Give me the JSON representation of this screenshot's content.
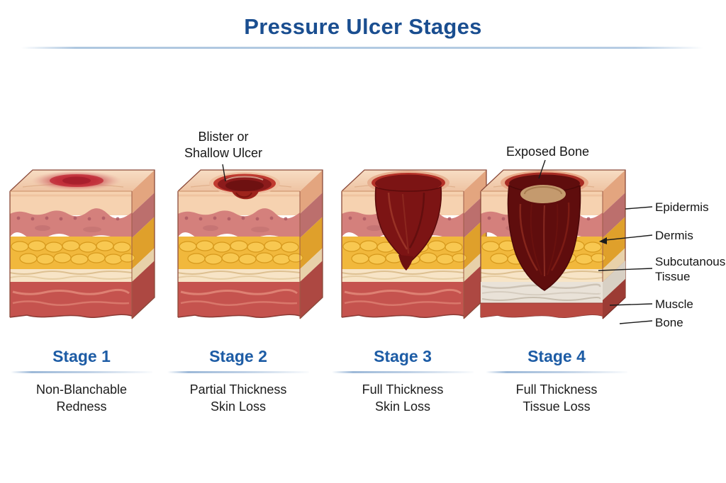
{
  "title": "Pressure Ulcer Stages",
  "annotations": {
    "blister": "Blister or\nShallow Ulcer",
    "exposed_bone": "Exposed Bone"
  },
  "layer_labels": [
    {
      "label": "Epidermis"
    },
    {
      "label": "Dermis"
    },
    {
      "label": "Subcutanous\nTissue"
    },
    {
      "label": "Muscle"
    },
    {
      "label": "Bone"
    }
  ],
  "stages": [
    {
      "heading": "Stage 1",
      "description": "Non-Blanchable\nRedness"
    },
    {
      "heading": "Stage 2",
      "description": "Partial Thickness\nSkin Loss"
    },
    {
      "heading": "Stage 3",
      "description": "Full Thickness\nSkin Loss"
    },
    {
      "heading": "Stage 4",
      "description": "Full Thickness\nTissue Loss"
    }
  ],
  "colors": {
    "title_blue": "#1a4e90",
    "stage_blue": "#1d5ca5",
    "divider_blue": "#aac4de",
    "text_dark": "#1c1c1c",
    "redness": "#b01f2e",
    "wound_dark_red": "#5f0d0d",
    "fat_yellow": "#f1b83c",
    "muscle_red": "#c5534e"
  }
}
